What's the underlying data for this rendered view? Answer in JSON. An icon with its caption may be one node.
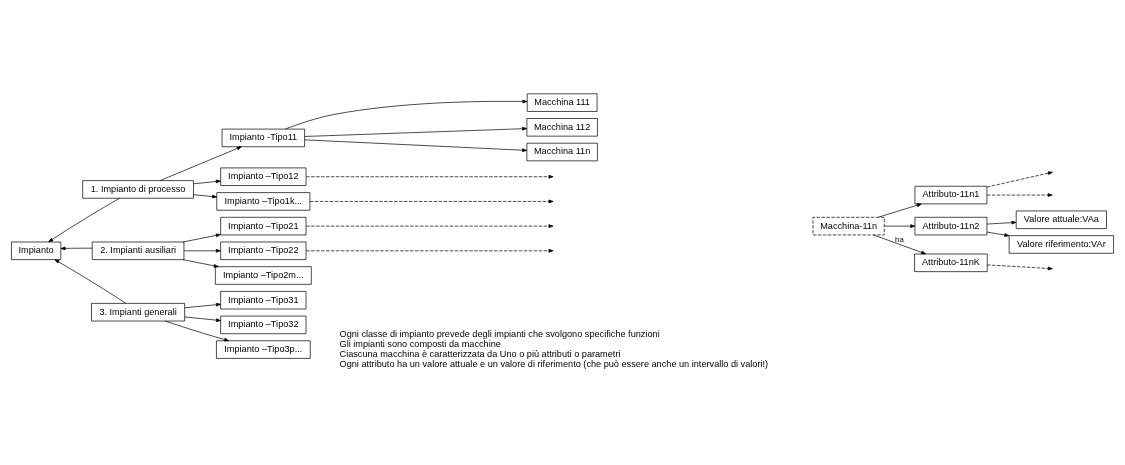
{
  "diagram": {
    "nodes": [
      {
        "text": [
          "Impianto"
        ]
      },
      {
        "text": [
          "1. Impianto di processo"
        ]
      },
      {
        "text": [
          "2. Impianti ausiliari"
        ]
      },
      {
        "text": [
          "3. Impianti generali"
        ]
      },
      {
        "text": [
          "Impianto -Tipo11"
        ]
      },
      {
        "text": [
          "Impianto –Tipo12"
        ]
      },
      {
        "text": [
          "Impianto –Tipo1k..."
        ]
      },
      {
        "text": [
          "Impianto –Tipo21"
        ]
      },
      {
        "text": [
          "Impianto –Tipo22"
        ]
      },
      {
        "text": [
          "Impianto –Tipo2m..."
        ]
      },
      {
        "text": [
          "Impianto –Tipo31"
        ]
      },
      {
        "text": [
          "Impianto –Tipo32"
        ]
      },
      {
        "text": [
          "Impianto –Tipo3p..."
        ]
      },
      {
        "text": [
          "Macchina 111"
        ]
      },
      {
        "text": [
          "Macchina 112"
        ]
      },
      {
        "text": [
          "Macchina 11n"
        ]
      },
      {
        "text": [
          "Macchina-11n"
        ]
      },
      {
        "text": [
          "Attributo-11n1"
        ]
      },
      {
        "text": [
          "Attributo-11n2"
        ]
      },
      {
        "text": [
          "Attributo-11nK"
        ]
      },
      {
        "text": [
          "Valore attuale:VAa"
        ]
      },
      {
        "text": [
          "Valore riferimento:VAr"
        ]
      }
    ],
    "edges": [
      {
        "from": 1,
        "to": 0,
        "arrow": "to"
      },
      {
        "from": 2,
        "to": 0,
        "arrow": "to"
      },
      {
        "from": 3,
        "to": 0,
        "arrow": "to"
      },
      {
        "from": 1,
        "to": 4,
        "arrow": "to"
      },
      {
        "from": 1,
        "to": 5,
        "arrow": "to"
      },
      {
        "from": 1,
        "to": 6,
        "arrow": "to"
      },
      {
        "from": 2,
        "to": 7,
        "arrow": "to"
      },
      {
        "from": 2,
        "to": 8,
        "arrow": "to"
      },
      {
        "from": 2,
        "to": 9,
        "arrow": "to"
      },
      {
        "from": 3,
        "to": 10,
        "arrow": "to"
      },
      {
        "from": 3,
        "to": 11,
        "arrow": "to"
      },
      {
        "from": 3,
        "to": 12,
        "arrow": "to"
      },
      {
        "from": 4,
        "to": 13,
        "arrow": "to"
      },
      {
        "from": 4,
        "to": 14,
        "arrow": "to"
      },
      {
        "from": 4,
        "to": 15,
        "arrow": "to"
      },
      {
        "from": 5,
        "to": null,
        "arrow": "to",
        "style": "dashed"
      },
      {
        "from": 6,
        "to": null,
        "arrow": "to",
        "style": "dashed"
      },
      {
        "from": 7,
        "to": null,
        "arrow": "to",
        "style": "dashed"
      },
      {
        "from": 8,
        "to": null,
        "arrow": "to",
        "style": "dashed"
      },
      {
        "from": 16,
        "to": 17,
        "arrow": "to"
      },
      {
        "from": 16,
        "to": 18,
        "arrow": "to"
      },
      {
        "from": 16,
        "to": 19,
        "arrow": "to",
        "label": "ha"
      },
      {
        "from": 17,
        "to": null,
        "arrow": "to",
        "style": "dashed"
      },
      {
        "from": 17,
        "to": null,
        "arrow": "to",
        "style": "dashed"
      },
      {
        "from": 19,
        "to": null,
        "arrow": "to",
        "style": "dashed"
      },
      {
        "from": 18,
        "to": 20,
        "arrow": "to"
      },
      {
        "from": 18,
        "to": 21,
        "arrow": "to"
      }
    ],
    "labels": [
      "Ogni classe di impianto prevede degli impianti che svolgono specifiche funzioni",
      "Gli impianti sono composti da macchine",
      "Ciascuna macchina è caratterizzata da Uno o più attributi o parametri",
      "Ogni attributo ha un valore attuale e un valore di riferimento (che può essere anche un intervallo di valori!)"
    ]
  }
}
